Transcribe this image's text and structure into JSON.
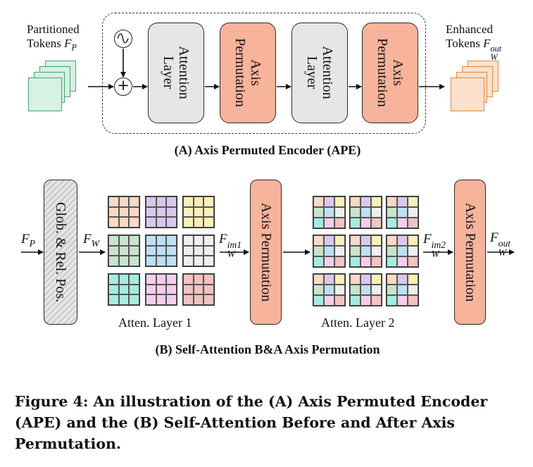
{
  "panel_a": {
    "input_label_line1": "Partitioned",
    "input_label_line2": "Tokens",
    "input_symbol": "F",
    "input_symbol_sub": "P",
    "output_label_line1": "Enhanced",
    "output_label_line2": "Tokens",
    "output_symbol": "F",
    "output_symbol_sub": "W",
    "output_symbol_sup": "out",
    "plus_symbol": "+",
    "blocks": [
      {
        "line1": "Attention",
        "line2": "Layer"
      },
      {
        "line1": "Axis",
        "line2": "Permutation"
      },
      {
        "line1": "Attention",
        "line2": "Layer"
      },
      {
        "line1": "Axis",
        "line2": "Permutation"
      }
    ],
    "caption": "(A) Axis Permuted Encoder (APE)"
  },
  "panel_b": {
    "fp_symbol": "F",
    "fp_sub": "P",
    "pos_block": "Glob. & Rel. Pos.",
    "fw_symbol": "F",
    "fw_sub": "W",
    "im1_symbol": "F",
    "im1_sub": "W",
    "im1_sup": "im1",
    "perm1": "Axis Permutation",
    "im2_symbol": "F",
    "im2_sub": "W",
    "im2_sup": "im2",
    "perm2": "Axis Permutation",
    "out_symbol": "F",
    "out_sub": "W",
    "out_sup": "out",
    "layer1_label": "Atten. Layer 1",
    "layer2_label": "Atten. Layer 2",
    "caption": "(B) Self-Attention B&A Axis Permutation"
  },
  "figure_caption": "Figure 4: An illustration of the (A) Axis Permuted Encoder (APE) and the (B) Self-Attention Before and After Axis Permutation.",
  "colors": {
    "green": "#d5f2e2",
    "green_border": "#44a07a",
    "orange_block": "#f8b39b",
    "gray_block": "#e6e6e6",
    "out_fill": "#fde0cc",
    "out_border": "#d98a45",
    "palette": [
      "#f9d9c4",
      "#d9c8ee",
      "#fbefb8",
      "#c9e4cc",
      "#bde0f5",
      "#eeeeee",
      "#a5ece0",
      "#f6cdea",
      "#f3c2c2"
    ]
  }
}
